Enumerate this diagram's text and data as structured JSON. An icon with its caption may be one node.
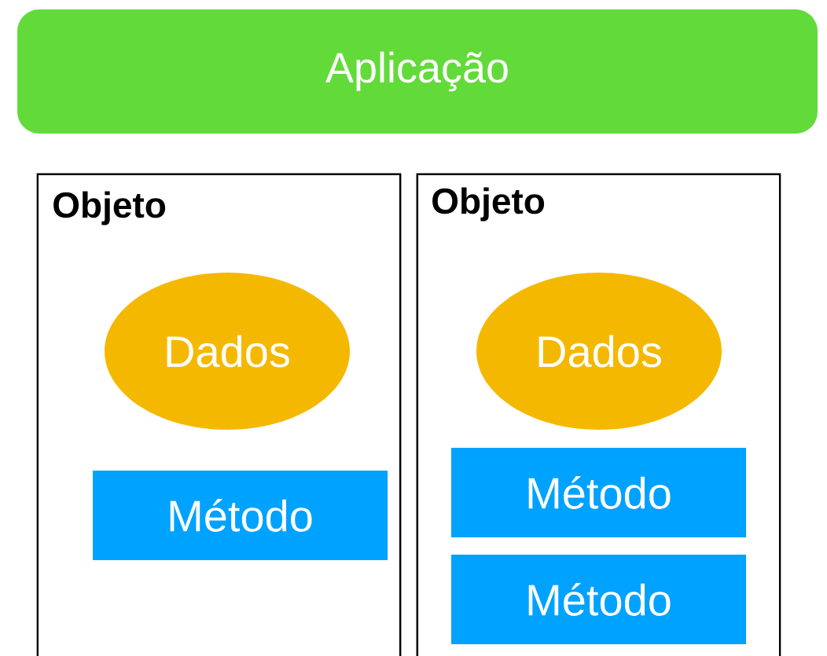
{
  "diagram": {
    "nodes": [
      {
        "text": [
          "Aplicação"
        ]
      },
      {
        "text": [
          "Objeto"
        ]
      },
      {
        "text": [
          "Dados"
        ],
        "in": 1
      },
      {
        "text": [
          "Método"
        ],
        "in": 1
      },
      {
        "text": [
          "Objeto"
        ]
      },
      {
        "text": [
          "Dados"
        ],
        "in": 4
      },
      {
        "text": [
          "Método"
        ],
        "in": 4
      },
      {
        "text": [
          "Método"
        ],
        "in": 4
      }
    ]
  }
}
